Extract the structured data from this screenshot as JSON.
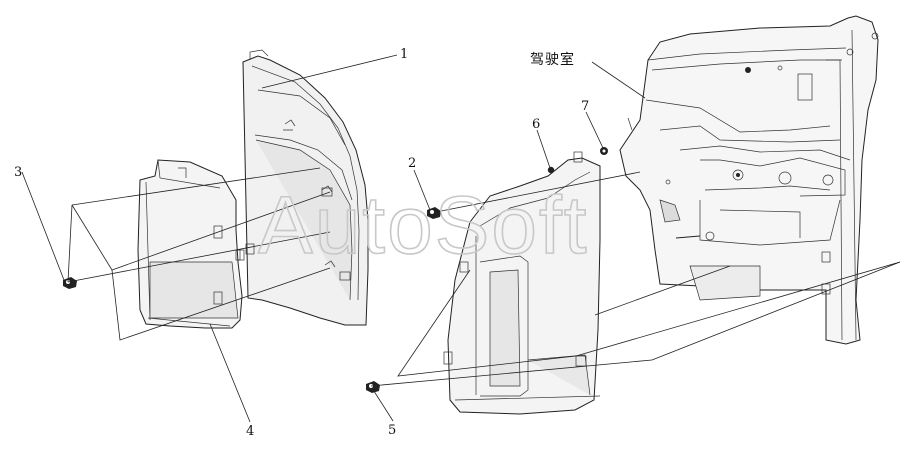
{
  "watermark": "AutoSoft",
  "cab_label": "驾驶室",
  "callouts": {
    "c1": "1",
    "c2": "2",
    "c3": "3",
    "c4": "4",
    "c5": "5",
    "c6": "6",
    "c7": "7"
  },
  "colors": {
    "line": "#222222",
    "panel_shade": "#e6e6e6",
    "panel_light": "#f1f1f1",
    "watermark": "#c8c8c8"
  }
}
